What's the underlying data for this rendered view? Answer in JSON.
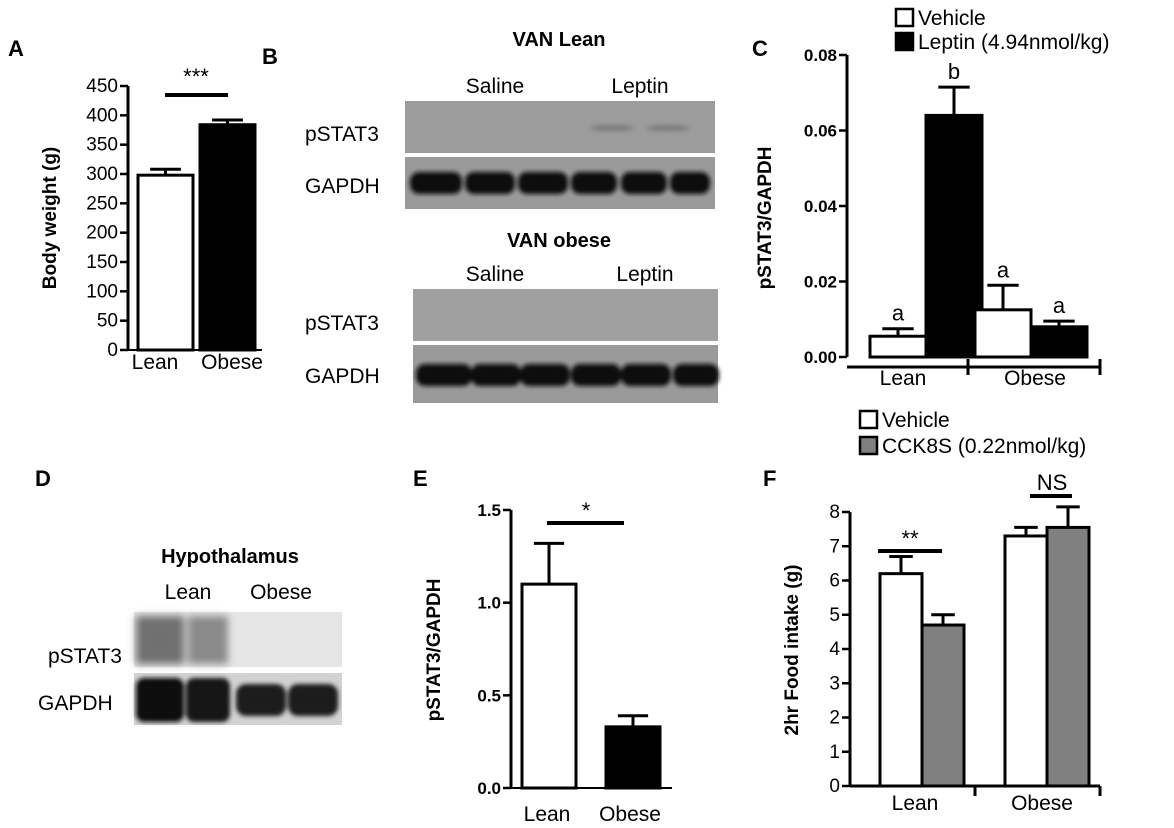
{
  "panels": {
    "A": "A",
    "B": "B",
    "C": "C",
    "D": "D",
    "E": "E",
    "F": "F"
  },
  "colors": {
    "vehicle": "#ffffff",
    "leptin": "#000000",
    "cck": "#808080",
    "blot_bg": "#9a9a9a"
  },
  "blot_B": {
    "top_title": "VAN Lean",
    "bottom_title": "VAN obese",
    "saline": "Saline",
    "leptin": "Leptin",
    "row1": "pSTAT3",
    "row2": "GAPDH"
  },
  "blot_D": {
    "title": "Hypothalamus",
    "lean": "Lean",
    "obese": "Obese",
    "row1": "pSTAT3",
    "row2": "GAPDH"
  },
  "chart_data": [
    {
      "panel": "A",
      "type": "bar",
      "categories": [
        "Lean",
        "Obese"
      ],
      "values": [
        298,
        384
      ],
      "errors": [
        10,
        8
      ],
      "ylabel": "Body weight (g)",
      "ylim": [
        0,
        450
      ],
      "yticks": [
        "0",
        "50",
        "100",
        "150",
        "200",
        "250",
        "300",
        "350",
        "400",
        "450"
      ],
      "significance": "***"
    },
    {
      "panel": "C",
      "type": "bar",
      "categories": [
        "Lean",
        "Obese"
      ],
      "series": [
        {
          "name": "Vehicle",
          "values": [
            0.0055,
            0.0125
          ],
          "errors": [
            0.002,
            0.0065
          ]
        },
        {
          "name": "Leptin (4.94nmol/kg)",
          "values": [
            0.064,
            0.008
          ],
          "errors": [
            0.0075,
            0.0015
          ]
        }
      ],
      "ylabel": "pSTAT3/GAPDH",
      "ylim": [
        0,
        0.08
      ],
      "yticks": [
        "0.00",
        "0.02",
        "0.04",
        "0.06",
        "0.08"
      ],
      "letters": [
        "a",
        "b",
        "a",
        "a"
      ]
    },
    {
      "panel": "E",
      "type": "bar",
      "categories": [
        "Lean",
        "Obese"
      ],
      "values": [
        1.1,
        0.33
      ],
      "errors": [
        0.22,
        0.06
      ],
      "ylabel": "pSTAT3/GAPDH",
      "ylim": [
        0,
        1.5
      ],
      "yticks": [
        "0.0",
        "0.5",
        "1.0",
        "1.5"
      ],
      "significance": "*"
    },
    {
      "panel": "F",
      "type": "bar",
      "categories": [
        "Lean",
        "Obese"
      ],
      "series": [
        {
          "name": "Vehicle",
          "values": [
            6.2,
            7.3
          ],
          "errors": [
            0.5,
            0.25
          ]
        },
        {
          "name": "CCK8S (0.22nmol/kg)",
          "values": [
            4.7,
            7.55
          ],
          "errors": [
            0.3,
            0.6
          ]
        }
      ],
      "ylabel": "2hr Food intake (g)",
      "ylim": [
        0,
        8
      ],
      "yticks": [
        "0",
        "1",
        "2",
        "3",
        "4",
        "5",
        "6",
        "7",
        "8"
      ],
      "significance": [
        "**",
        "NS"
      ]
    }
  ]
}
